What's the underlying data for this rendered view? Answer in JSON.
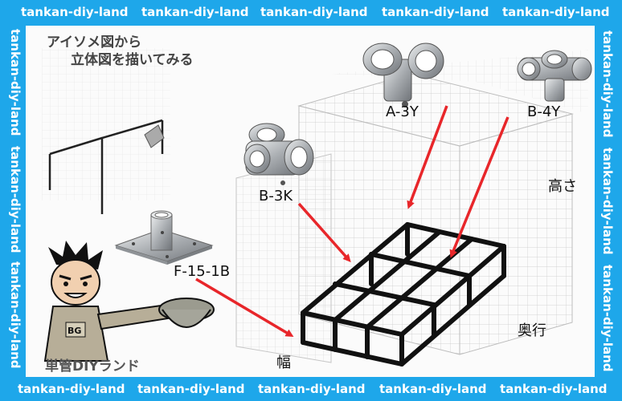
{
  "watermark": "tankan-diy-land",
  "title": {
    "line1": "アイソメ図から",
    "line2": "立体図を描いてみる"
  },
  "labels": {
    "a3y": "A-3Y",
    "b4y": "B-4Y",
    "b3k": "B-3K",
    "f151b": "F-15-1B",
    "height": "高さ",
    "depth": "奥行",
    "width": "幅"
  },
  "brand": "単管DIYランド",
  "badge": "BG",
  "colors": {
    "frame": "#1ea7ea",
    "arrow": "#e8262a",
    "pipe": "#111111",
    "fitting": "#b9bcbf"
  },
  "icons": [
    "pipe-joint-a3y-icon",
    "pipe-joint-b4y-icon",
    "pipe-joint-b3k-icon",
    "base-plate-icon",
    "mascot-icon"
  ]
}
